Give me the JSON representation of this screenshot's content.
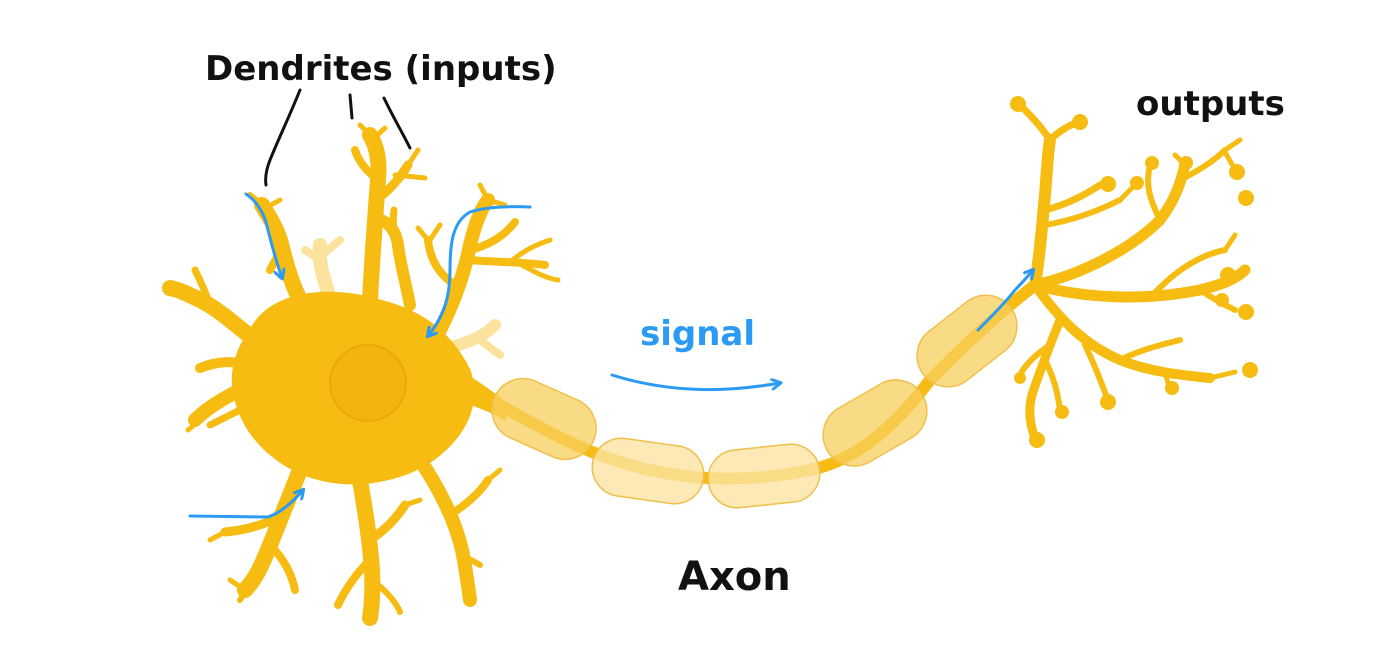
{
  "labels": {
    "dendrites": "Dendrites (inputs)",
    "outputs": "outputs",
    "signal": "signal",
    "axon": "Axon"
  },
  "colors": {
    "neuron": "#f6bc12",
    "myelin": "#f8cf5c",
    "myelin_light": "#fbe3a4",
    "arrow": "#2b9af3",
    "ink": "#111111",
    "background": "#ffffff"
  }
}
